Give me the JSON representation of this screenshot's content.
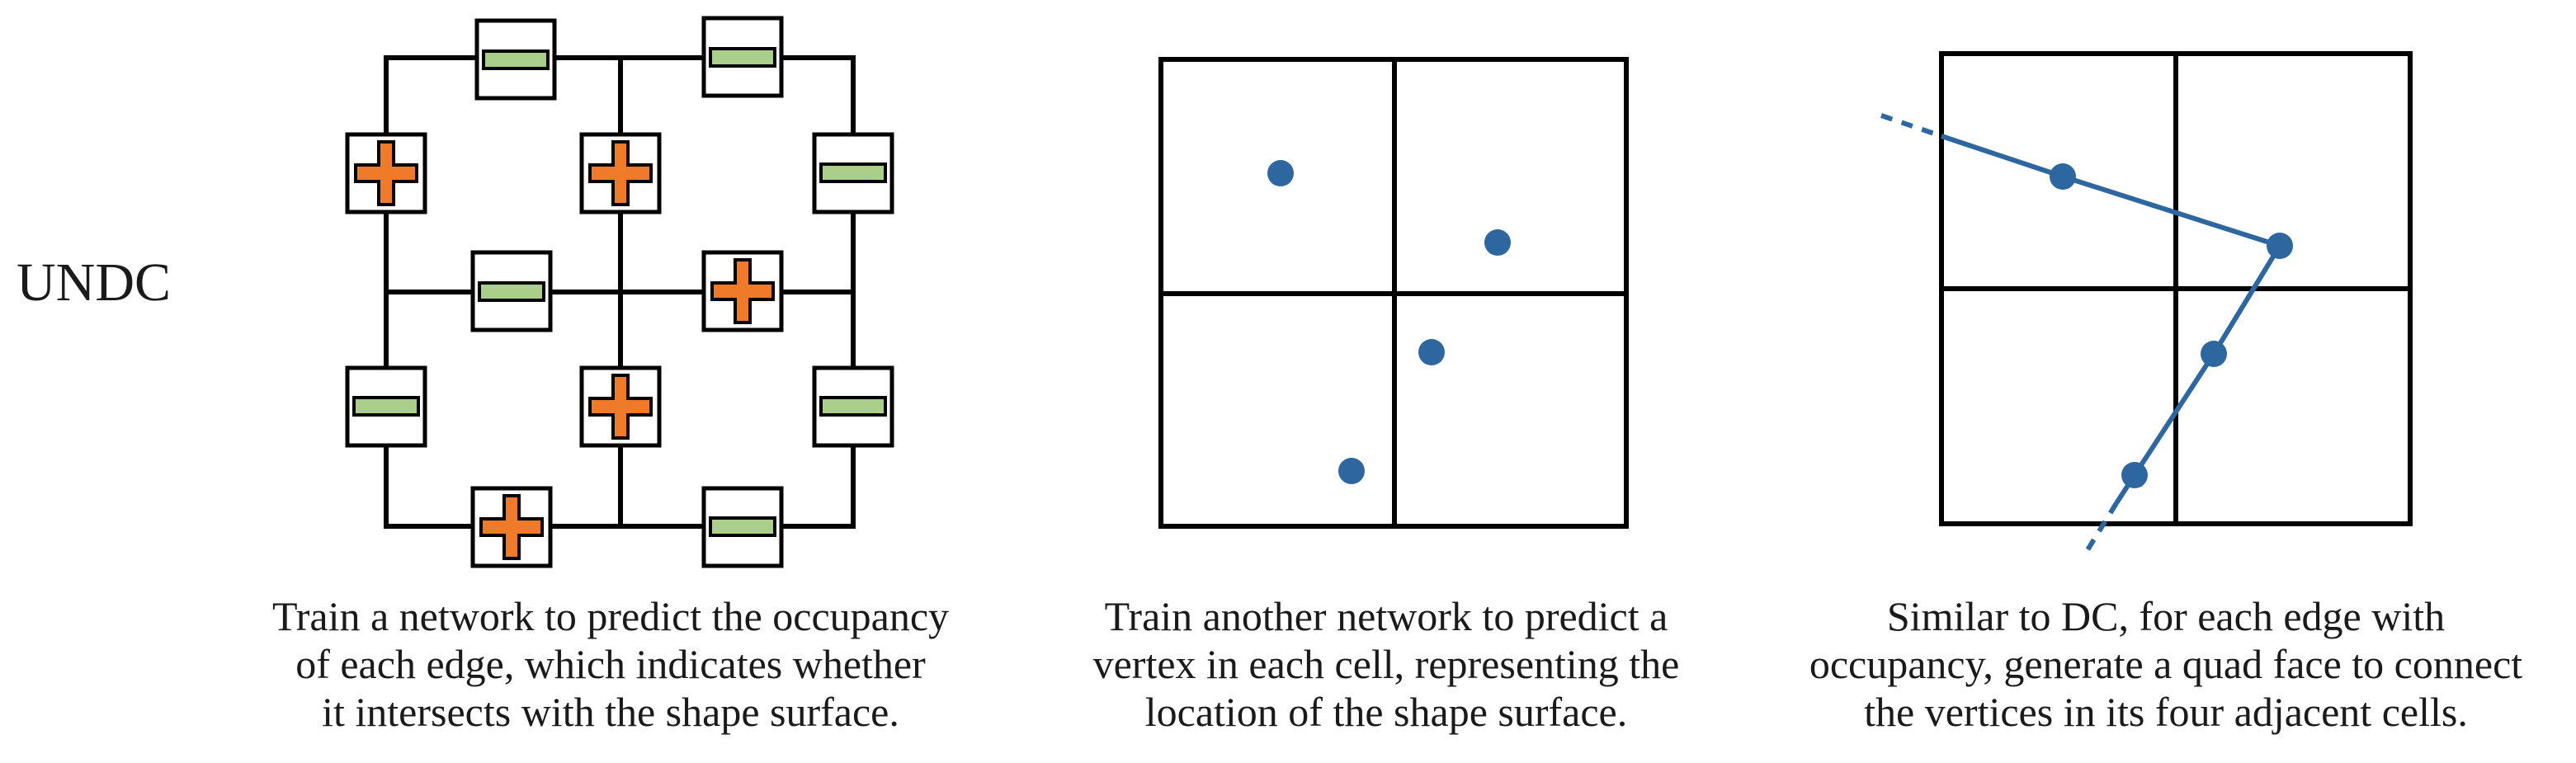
{
  "row_label": "UNDC",
  "panels": [
    {
      "caption_lines": [
        "Train a network to predict the occupancy",
        "of each edge, which indicates whether",
        "it intersects with the shape surface."
      ]
    },
    {
      "caption_lines": [
        "Train another network to predict a",
        "vertex in each cell, representing the",
        "location of the shape surface."
      ]
    },
    {
      "caption_lines": [
        "Similar to DC, for each edge with",
        "occupancy, generate a quad face to connect",
        "the vertices in its four adjacent cells."
      ]
    }
  ],
  "colors": {
    "grid": "#000000",
    "minus_fill": "#a9cf8b",
    "plus_fill": "#ef7a2a",
    "vertex": "#2e67a0"
  },
  "icons": {
    "positive": "plus-icon",
    "negative": "minus-icon"
  }
}
